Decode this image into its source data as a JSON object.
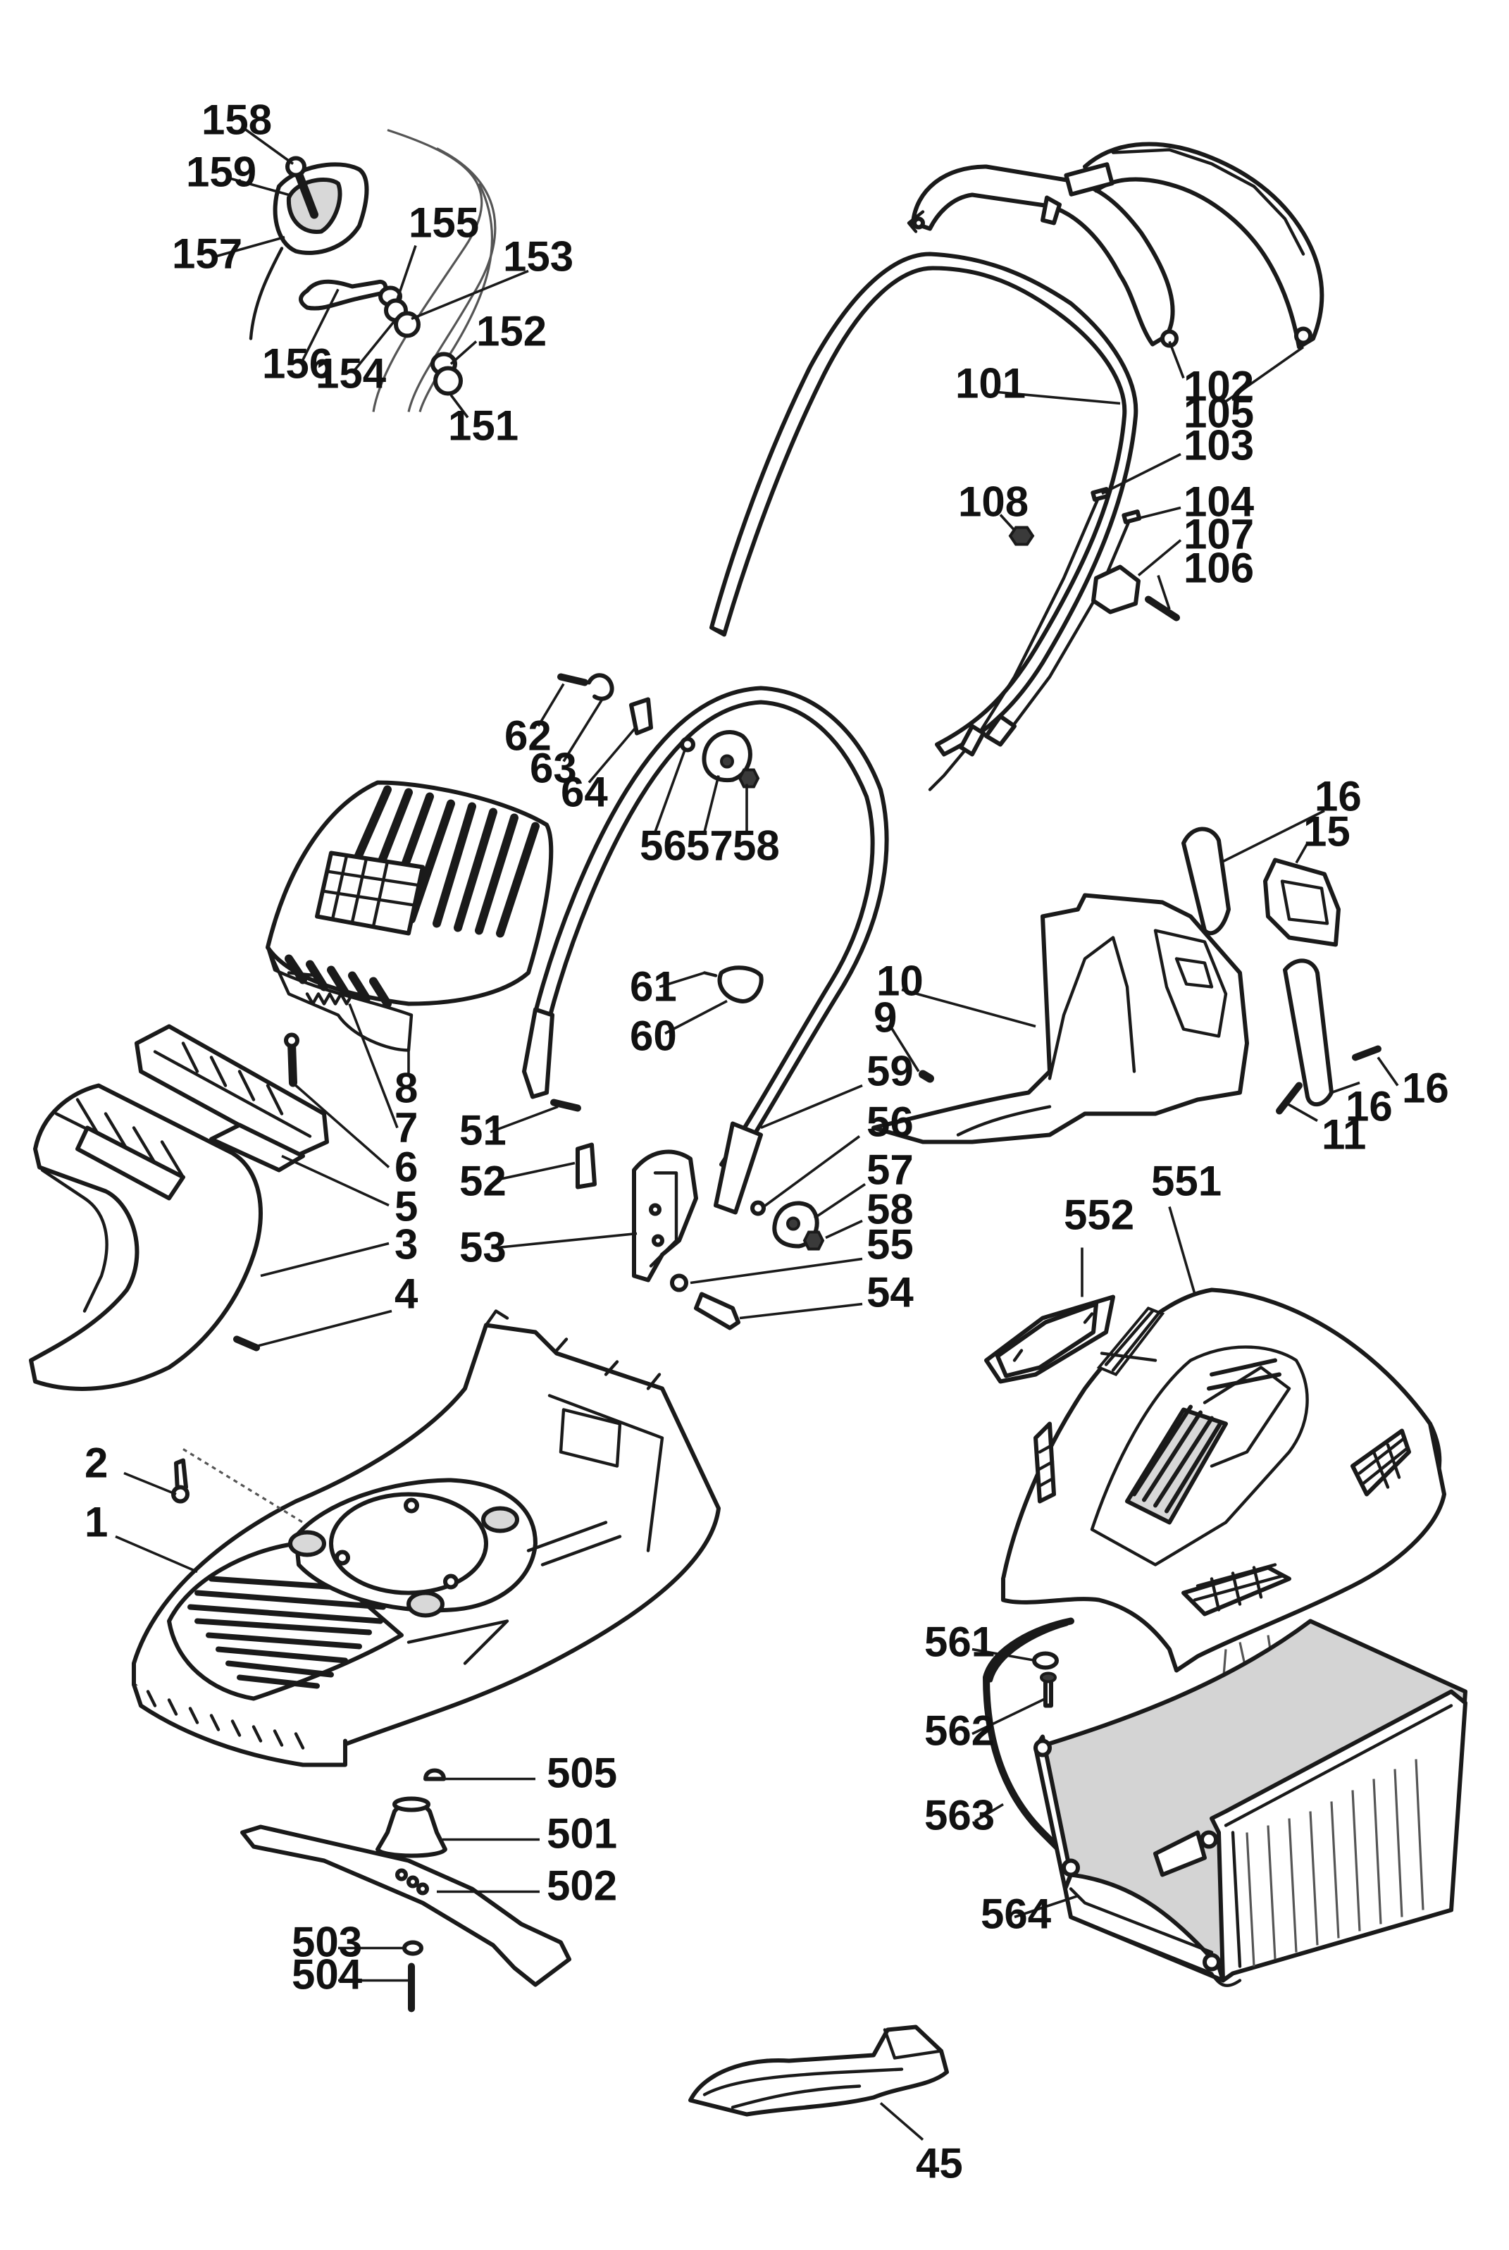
{
  "labels": {
    "p158": "158",
    "p159": "159",
    "p157": "157",
    "p155": "155",
    "p153": "153",
    "p156": "156",
    "p154": "154",
    "p152": "152",
    "p151": "151",
    "p101": "101",
    "p102": "102",
    "p105": "105",
    "p103": "103",
    "p108": "108",
    "p104": "104",
    "p107": "107",
    "p106": "106",
    "p62": "62",
    "p63": "63",
    "p64": "64",
    "p56a": "56",
    "p57a": "57",
    "p58a": "58",
    "p16a": "16",
    "p15": "15",
    "p61": "61",
    "p60": "60",
    "p10": "10",
    "p9": "9",
    "p16b": "16",
    "p16c": "16",
    "p11": "11",
    "p8": "8",
    "p7": "7",
    "p6": "6",
    "p5": "5",
    "p3": "3",
    "p4": "4",
    "p59": "59",
    "p51": "51",
    "p52": "52",
    "p56b": "56",
    "p57b": "57",
    "p58b": "58",
    "p53": "53",
    "p55": "55",
    "p54": "54",
    "p552": "552",
    "p551": "551",
    "p2": "2",
    "p1": "1",
    "p505": "505",
    "p501": "501",
    "p502": "502",
    "p503": "503",
    "p504": "504",
    "p561": "561",
    "p562": "562",
    "p563": "563",
    "p564": "564",
    "p45": "45"
  }
}
